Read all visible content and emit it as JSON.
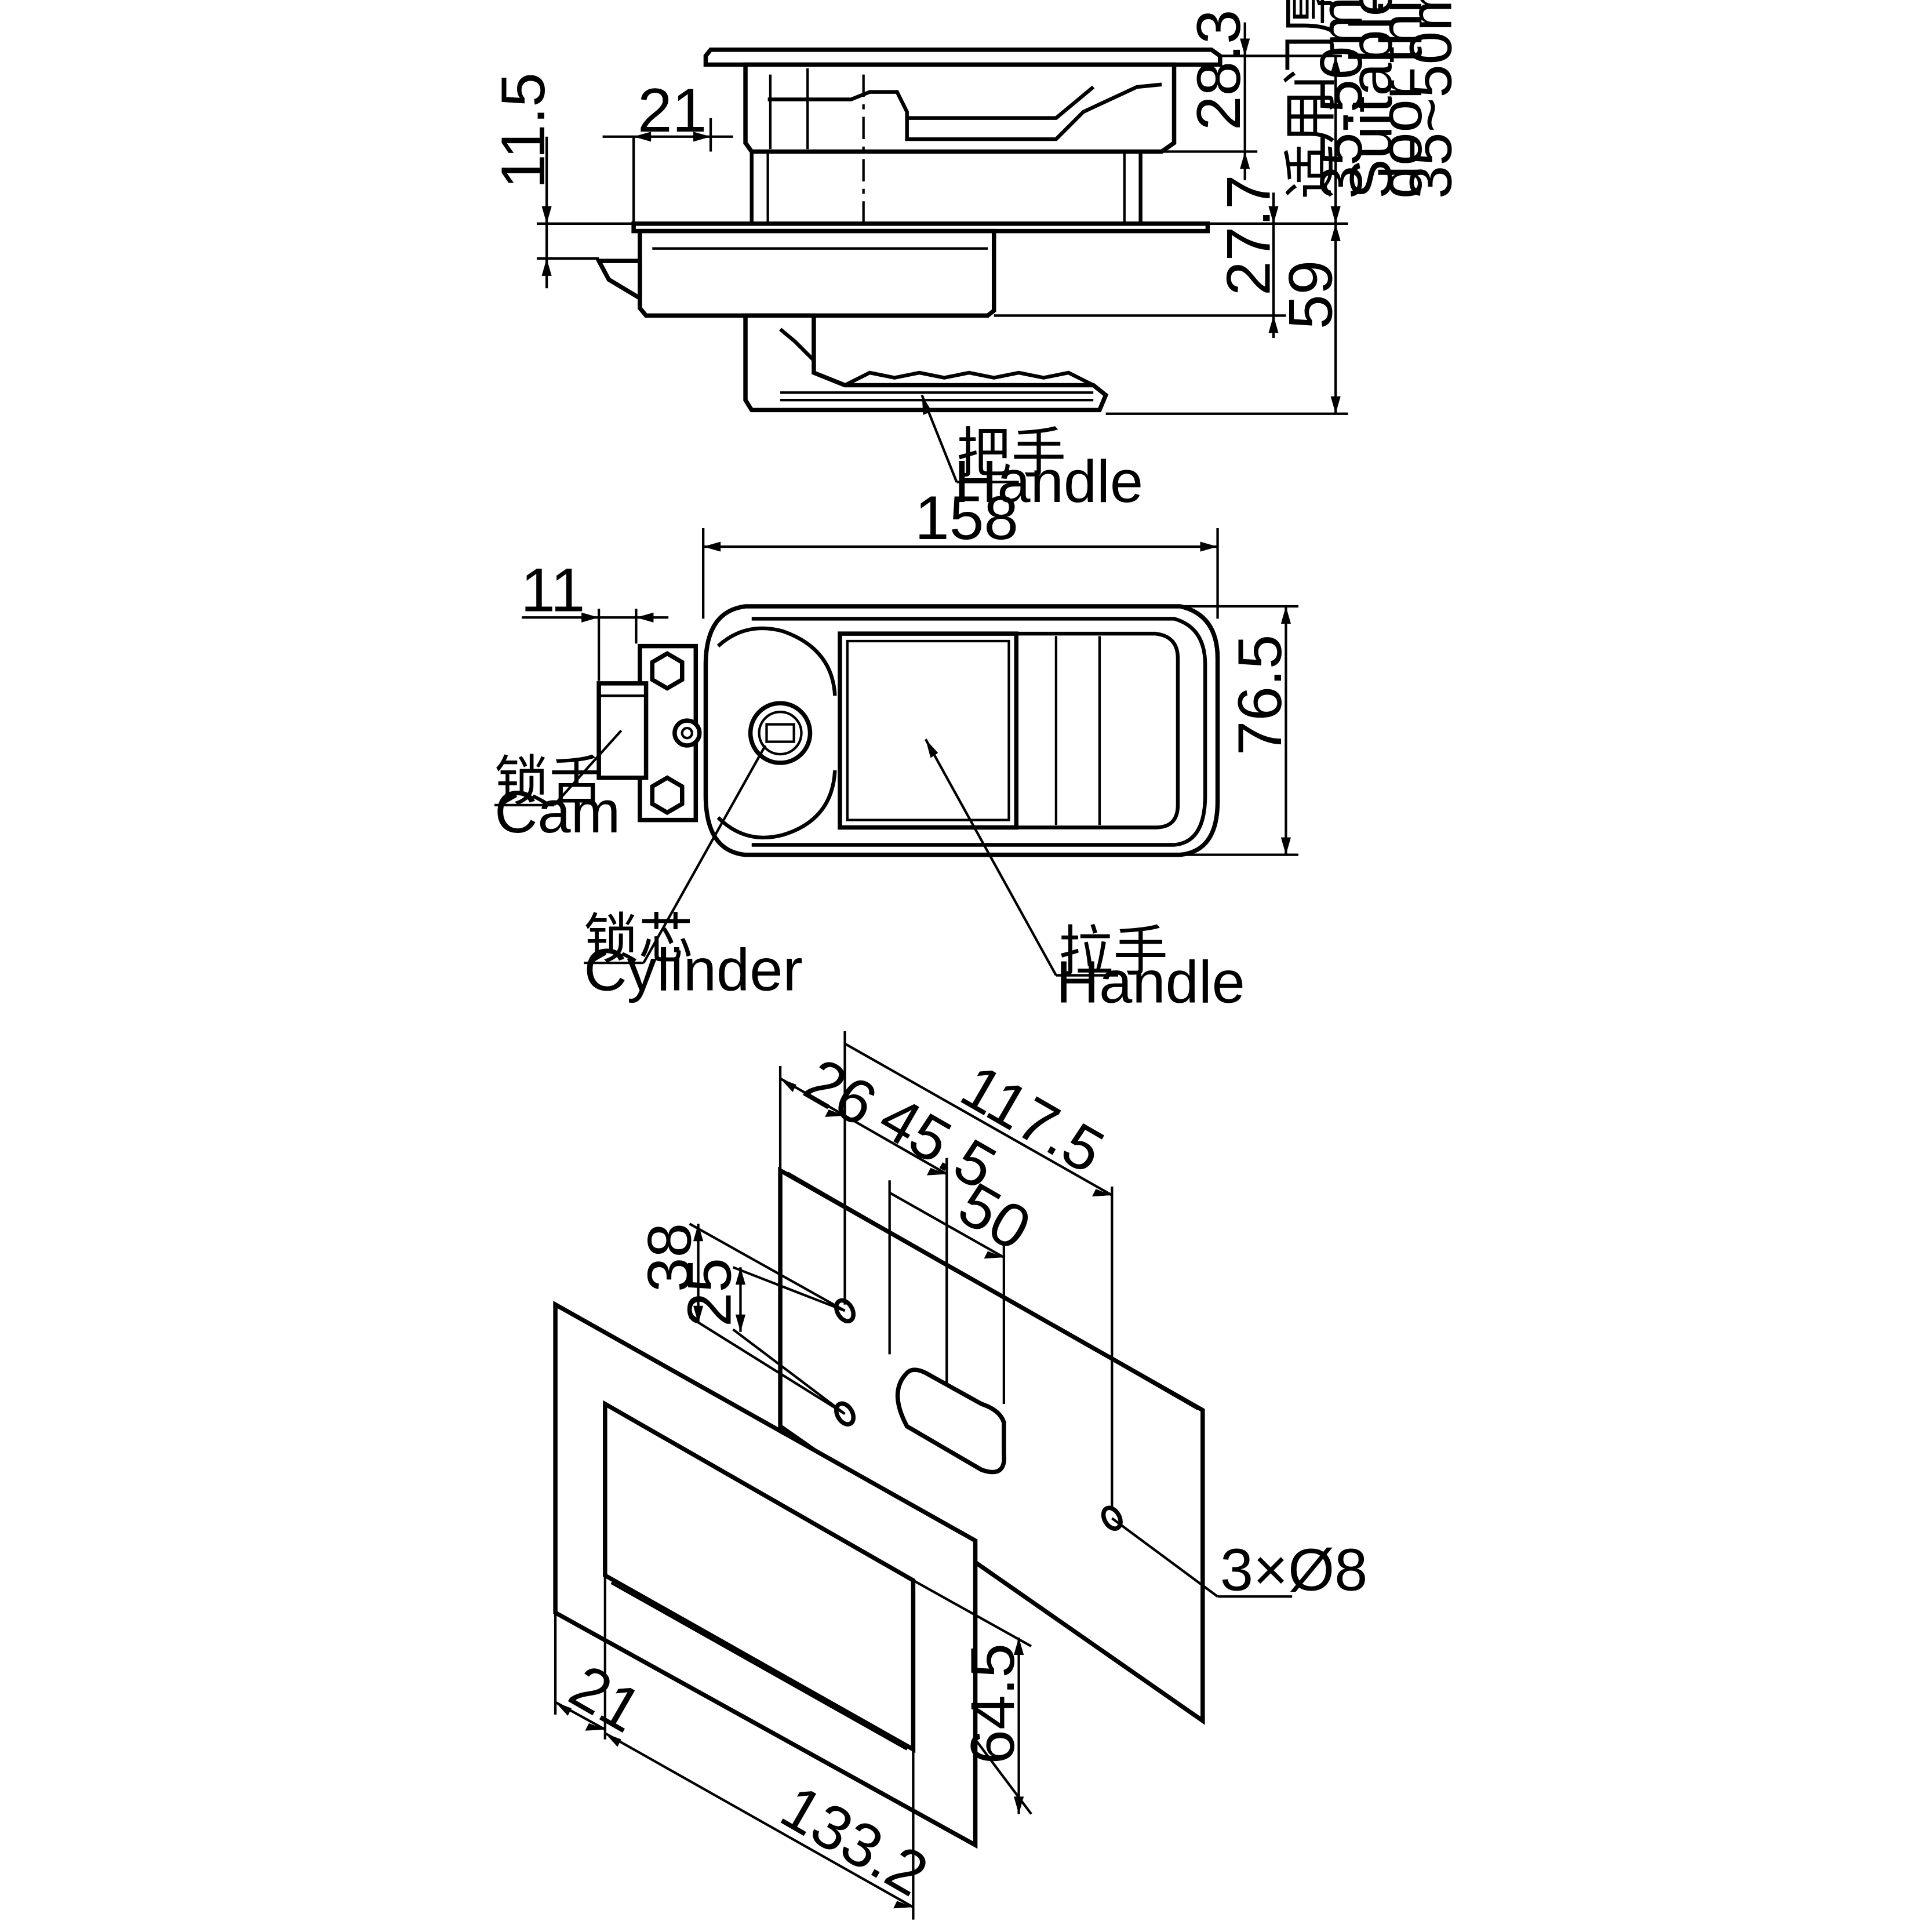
{
  "side_view": {
    "dims": {
      "d21": "21",
      "d11_5": "11.5",
      "d28_3": "28.3",
      "d27_7": "27.7",
      "d59": "59"
    },
    "door_thickness": {
      "cn": "适用门厚",
      "range1": "35-50mm",
      "en1": "Suitable for",
      "en2": "door thickness",
      "range2": "35~50mm"
    },
    "handle_label": {
      "cn": "把手",
      "en": "Handle"
    }
  },
  "front_view": {
    "dims": {
      "d158": "158",
      "d11": "11",
      "d76_5": "76.5"
    },
    "cam_label": {
      "cn": "锁舌",
      "en": "Cam"
    },
    "cylinder_label": {
      "cn": "锁芯",
      "en": "Cylinder"
    },
    "handle_label": {
      "cn": "拉手",
      "en": "Handle"
    }
  },
  "cutout_view": {
    "dims": {
      "d26": "26",
      "d45_5": "45.5",
      "d117_5": "117.5",
      "d50": "50",
      "d38": "38",
      "d25": "25",
      "d21": "21",
      "d64_5": "64.5",
      "d133_2": "133.2"
    },
    "holes_label": "3×Ø8"
  }
}
